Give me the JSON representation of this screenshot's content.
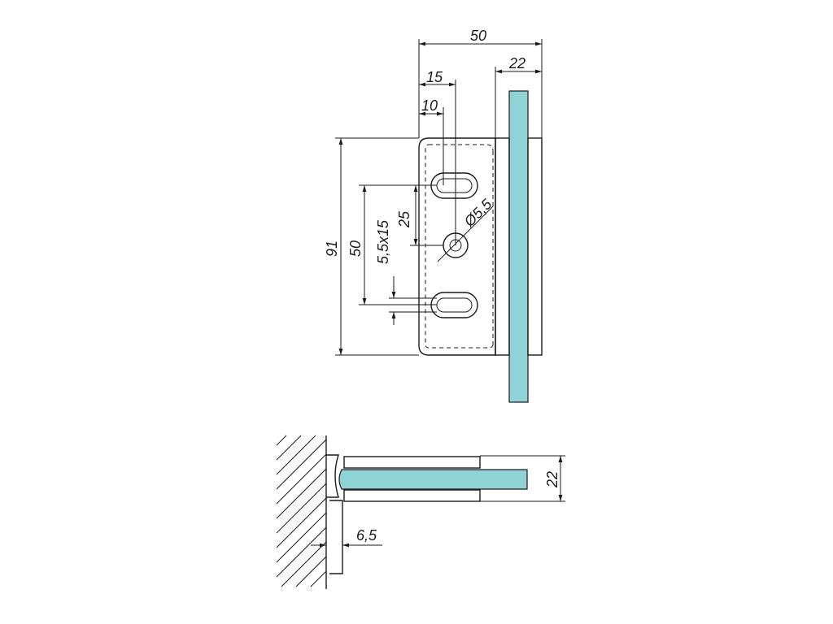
{
  "dimensions": {
    "overall_width": "50",
    "glass_clamp_width": "22",
    "slot_offset_outer": "15",
    "slot_offset_inner": "10",
    "overall_height": "91",
    "slot_spacing": "50",
    "slot_size": "5,5x15",
    "hole_offset": "25",
    "hole_diameter": "Ø5,5",
    "plan_clamp_width": "22",
    "wall_gap": "6,5"
  },
  "colors": {
    "glass": "#8fd3d6",
    "line": "#1a1a1a",
    "background": "#ffffff"
  }
}
